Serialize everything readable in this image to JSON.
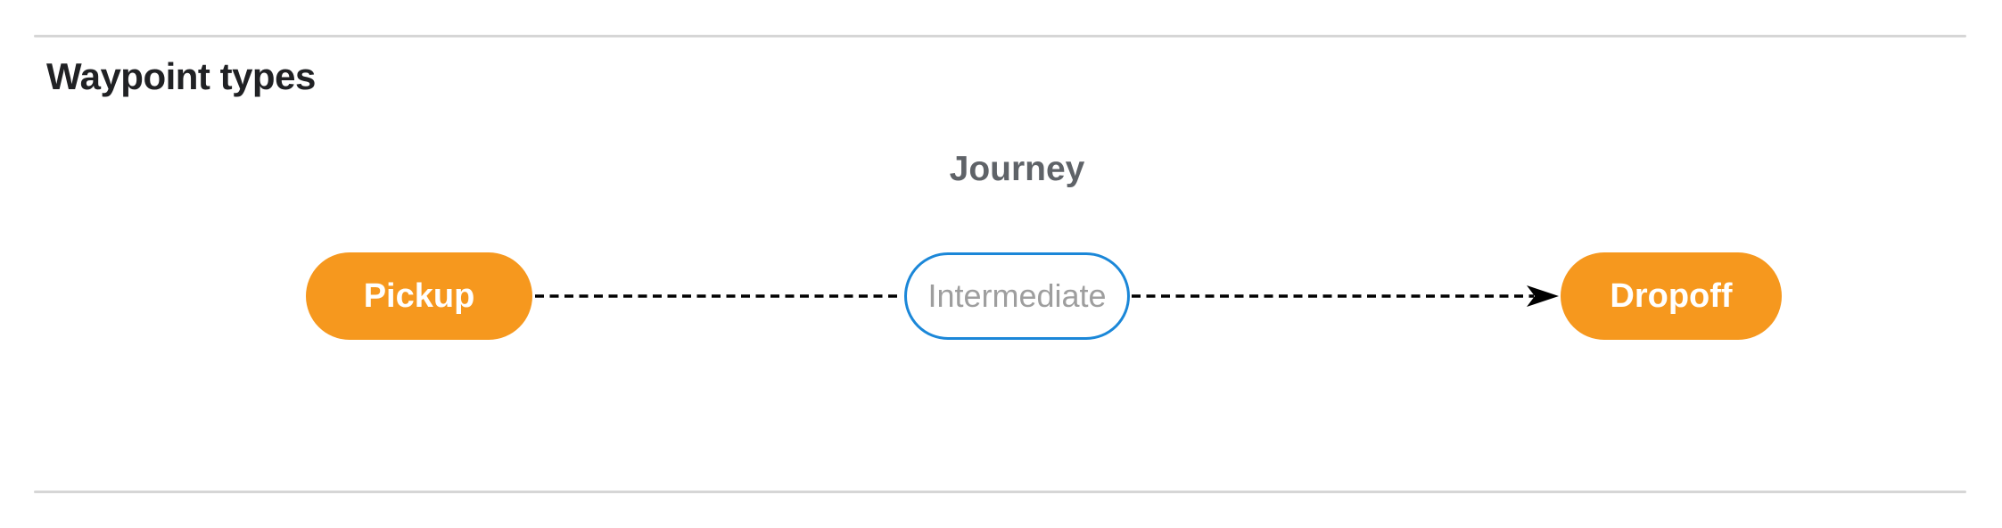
{
  "section": {
    "title": "Waypoint types"
  },
  "diagram": {
    "caption": "Journey",
    "nodes": [
      {
        "label": "Pickup",
        "style": "filled"
      },
      {
        "label": "Intermediate",
        "style": "outlined"
      },
      {
        "label": "Dropoff",
        "style": "filled"
      }
    ],
    "edges": [
      {
        "from": "Pickup",
        "to": "Intermediate",
        "style": "dashed",
        "arrowhead": false
      },
      {
        "from": "Intermediate",
        "to": "Dropoff",
        "style": "dashed",
        "arrowhead": true
      }
    ],
    "colors": {
      "node_fill": "#f6981e",
      "node_text": "#ffffff",
      "intermediate_border": "#1b87d8",
      "intermediate_text": "#9e9e9e",
      "edge": "#000000",
      "caption_text": "#5f6368",
      "title_text": "#202124",
      "divider": "#d6d6d6"
    }
  }
}
